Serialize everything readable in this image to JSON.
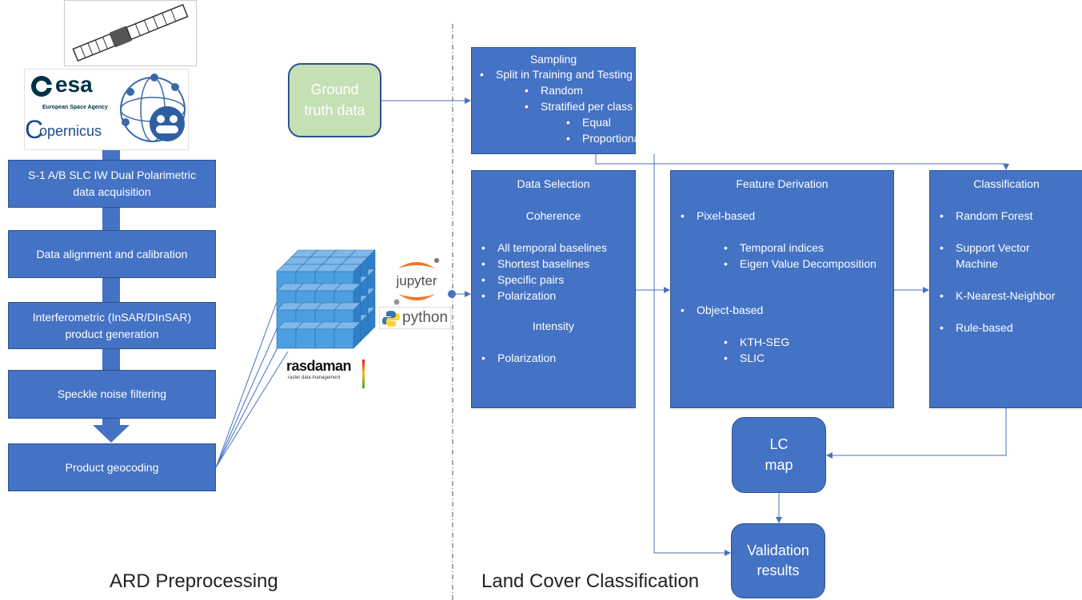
{
  "logos": {
    "esa_text": "esa",
    "esa_subtext": "European Space Agency",
    "copernicus_text": "opernicus",
    "copernicus_initial": "C",
    "jupyter_text": "jupyter",
    "python_text": "python",
    "rasdaman_text": "rasdaman",
    "rasdaman_subtext": "raster data management"
  },
  "pipeline": {
    "steps": [
      "S-1 A/B SLC IW Dual Polarimetric data acquisition",
      "Data alignment and calibration",
      "Interferometric (InSAR/DInSAR) product generation",
      "Speckle noise filtering",
      "Product geocoding"
    ]
  },
  "ground_truth": {
    "label": "Ground truth data"
  },
  "sampling": {
    "title": "Sampling",
    "items": [
      {
        "text": "Split in Training and Testing",
        "level": 1
      },
      {
        "text": "Random",
        "level": 2
      },
      {
        "text": "Stratified per class",
        "level": 2
      },
      {
        "text": "Equal",
        "level": 3
      },
      {
        "text": "Proportional",
        "level": 3
      }
    ]
  },
  "data_selection": {
    "title": "Data Selection",
    "coherence_heading": "Coherence",
    "coherence_items": [
      "All temporal baselines",
      "Shortest baselines",
      "Specific pairs",
      "Polarization"
    ],
    "intensity_heading": "Intensity",
    "intensity_items": [
      "Polarization"
    ]
  },
  "feature_derivation": {
    "title": "Feature Derivation",
    "pixel_heading": "Pixel-based",
    "pixel_items": [
      "Temporal indices",
      "Eigen Value Decomposition"
    ],
    "object_heading": "Object-based",
    "object_items": [
      "KTH-SEG",
      "SLIC"
    ]
  },
  "classification": {
    "title": "Classification",
    "items": [
      "Random Forest",
      "Support Vector Machine",
      "K-Nearest-Neighbor",
      "Rule-based"
    ]
  },
  "lc_map": {
    "label": "LC map"
  },
  "validation": {
    "label": "Validation results"
  },
  "sections": {
    "left": "ARD Preprocessing",
    "right": "Land Cover Classification"
  },
  "colors": {
    "box_fill": "#4472c4",
    "box_border": "#2f528f",
    "ground_truth_fill": "#c5e0b4",
    "arrow": "#4472c4"
  }
}
